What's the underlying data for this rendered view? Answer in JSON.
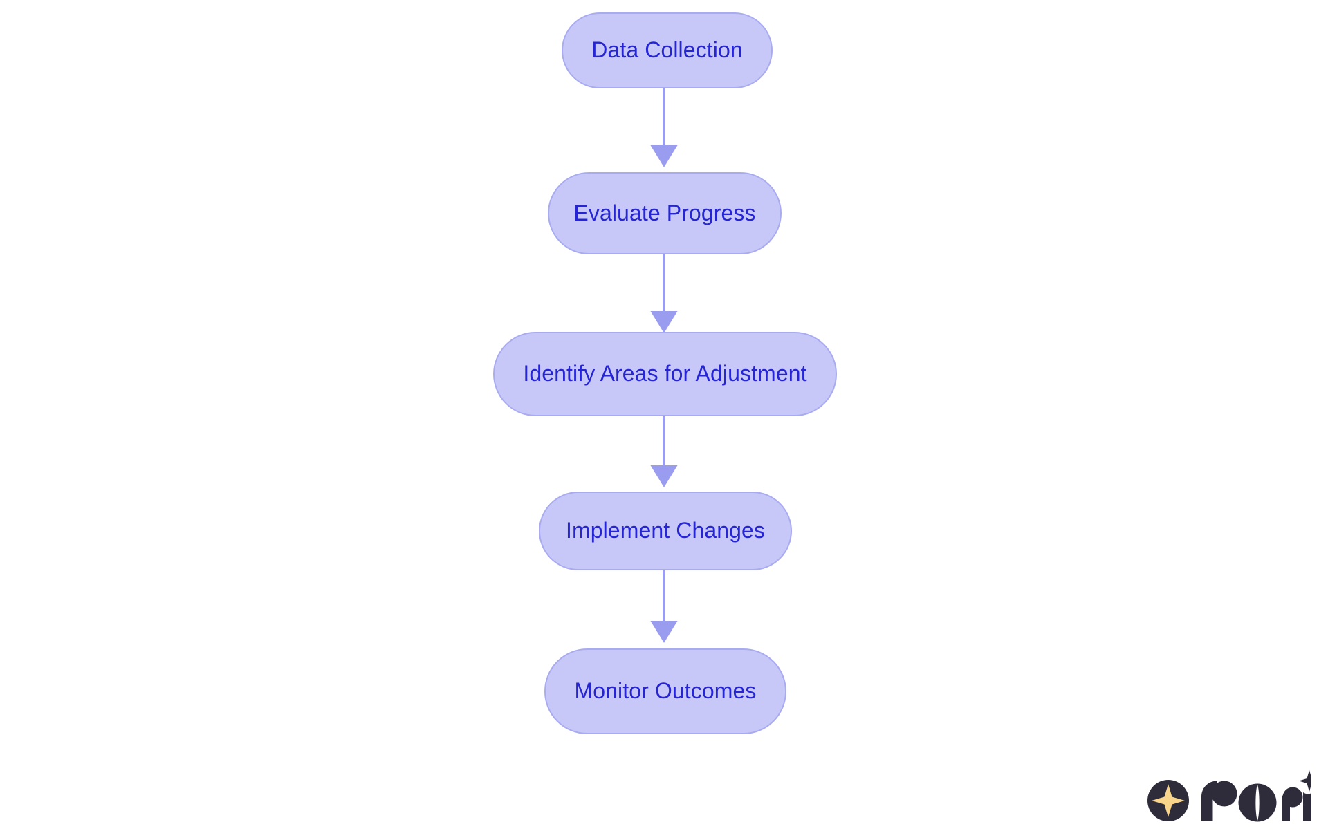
{
  "diagram": {
    "type": "flowchart",
    "orientation": "vertical-top-to-bottom",
    "background_color": "#ffffff",
    "node_fill_color": "#c7c8f8",
    "node_border_color": "#a9abf1",
    "node_text_color": "#2525d6",
    "connector_color": "#9a9cf0",
    "nodes": [
      {
        "id": "data-collection",
        "label": "Data Collection",
        "order": 1
      },
      {
        "id": "evaluate-progress",
        "label": "Evaluate Progress",
        "order": 2
      },
      {
        "id": "identify-areas",
        "label": "Identify Areas for Adjustment",
        "order": 3
      },
      {
        "id": "implement-changes",
        "label": "Implement Changes",
        "order": 4
      },
      {
        "id": "monitor-outcomes",
        "label": "Monitor Outcomes",
        "order": 5
      }
    ],
    "edges": [
      {
        "from": "data-collection",
        "to": "evaluate-progress",
        "label": ""
      },
      {
        "from": "evaluate-progress",
        "to": "identify-areas",
        "label": ""
      },
      {
        "from": "identify-areas",
        "to": "implement-changes",
        "label": ""
      },
      {
        "from": "implement-changes",
        "to": "monitor-outcomes",
        "label": ""
      }
    ]
  },
  "logo": {
    "name": "rori",
    "wordmark": "rori",
    "mark_color": "#2e2b3a",
    "star_color": "#f9d48b",
    "icons": {
      "circle_star": "sparkle-star-icon",
      "accent_star": "sparkle-star-small-icon"
    }
  }
}
